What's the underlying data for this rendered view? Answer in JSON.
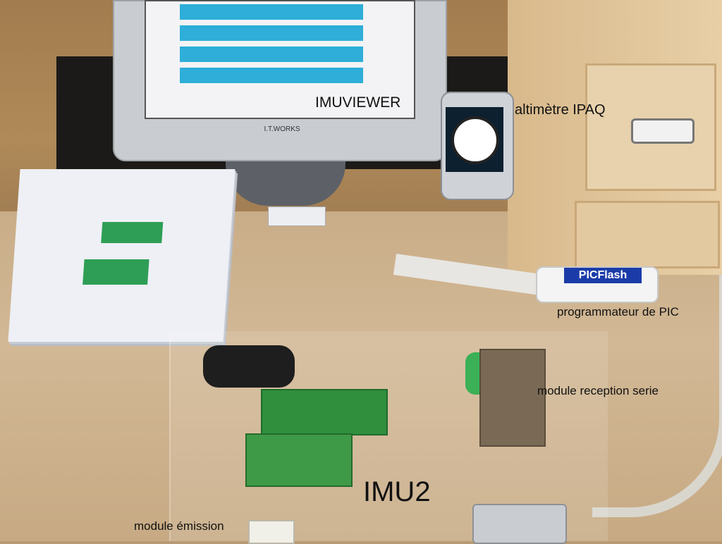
{
  "labels": {
    "imuviewer": "IMUVIEWER",
    "altimetre": "altimètre IPAQ",
    "programmateur": "programmateur de PIC",
    "reception": "module reception serie",
    "imu2": "IMU2",
    "emission": "module émission"
  },
  "device_text": {
    "monitor_brand": "I.T.WORKS",
    "picflash": "PICFlash"
  },
  "colors": {
    "screen_bars": "#2eaed8",
    "pcb_green": "#2f8f3d",
    "picflash_blue": "#1b3ca8"
  }
}
